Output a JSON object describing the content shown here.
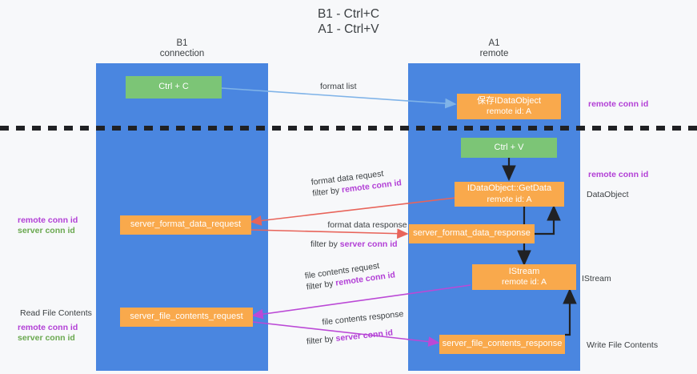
{
  "title": "B1 - Ctrl+C\nA1 - Ctrl+V",
  "columns": [
    {
      "name": "b1",
      "head": "B1\nconnection"
    },
    {
      "name": "a1",
      "head": "A1\nremote"
    }
  ],
  "nodes": {
    "ctrl_c": {
      "line1": "Ctrl + C",
      "line2": ""
    },
    "save_dataobject": {
      "line1": "保存IDataObject",
      "line2": "remote id: A"
    },
    "ctrl_v": {
      "line1": "Ctrl + V",
      "line2": ""
    },
    "getdata": {
      "line1": "IDataObject::GetData",
      "line2": "remote id: A"
    },
    "fmt_req": {
      "line1": "server_format_data_request",
      "line2": ""
    },
    "fmt_resp": {
      "line1": "server_format_data_response",
      "line2": ""
    },
    "istream": {
      "line1": "IStream",
      "line2": "remote id: A"
    },
    "file_req": {
      "line1": "server_file_contents_request",
      "line2": ""
    },
    "file_resp": {
      "line1": "server_file_contents_response",
      "line2": ""
    }
  },
  "edge_labels": {
    "format_list": "format list",
    "fmt_req_a": "format data request",
    "fmt_req_b_prefix": "filter by ",
    "fmt_req_b_key": "remote conn id",
    "fmt_resp_a": "format data response",
    "fmt_resp_b_prefix": "filter by ",
    "fmt_resp_b_key": "server conn id",
    "file_req_a": "file contents request",
    "file_req_b_prefix": "filter by ",
    "file_req_b_key": "remote conn id",
    "file_resp_a": "file contents response",
    "file_resp_b_prefix": "filter by ",
    "file_resp_b_key": "server conn id"
  },
  "annotations": {
    "right_remote_top": "remote conn id",
    "right_remote_mid": "remote conn id",
    "right_dataobject": "DataObject",
    "right_istream": "IStream",
    "right_write_file": "Write File Contents",
    "left_remote_conn": "remote conn id",
    "left_server_conn": "server conn id",
    "left_read_file": "Read File Contents",
    "left_remote_conn2": "remote conn id",
    "left_server_conn2": "server conn id"
  },
  "colors": {
    "lane": "#4a86e0",
    "green_box": "#7cc576",
    "orange_box": "#f9a94c",
    "purple": "#b23fd6",
    "green_text": "#6aa84f",
    "arrow_blue": "#7fb3e8",
    "arrow_red": "#e8645a",
    "arrow_magenta": "#bb49d6",
    "arrow_black": "#202124",
    "divider": "#202124",
    "background": "#f7f8fa"
  }
}
